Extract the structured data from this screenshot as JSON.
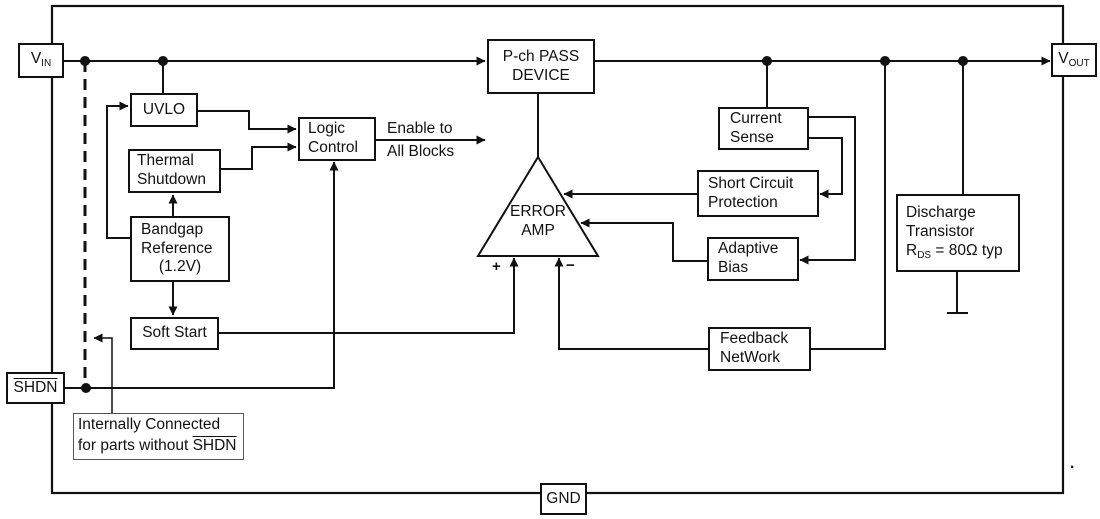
{
  "pins": {
    "vin": {
      "base": "V",
      "sub": "IN"
    },
    "vout": {
      "base": "V",
      "sub": "OUT"
    },
    "shdn": {
      "label": "SHDN"
    },
    "gnd": {
      "label": "GND"
    }
  },
  "blocks": {
    "uvlo": {
      "label": "UVLO"
    },
    "thermal_shutdown": {
      "line1": "Thermal",
      "line2": "Shutdown"
    },
    "bandgap": {
      "line1": "Bandgap",
      "line2": "Reference",
      "line3": "(1.2V)"
    },
    "soft_start": {
      "label": "Soft Start"
    },
    "logic_control": {
      "line1": "Logic",
      "line2": "Control"
    },
    "pass_device": {
      "line1": "P-ch PASS",
      "line2": "DEVICE"
    },
    "error_amp": {
      "line1": "ERROR",
      "line2": "AMP",
      "plus": "+",
      "minus": "−"
    },
    "current_sense": {
      "line1": "Current",
      "line2": "Sense"
    },
    "short_circuit": {
      "line1": "Short Circuit",
      "line2": "Protection"
    },
    "adaptive_bias": {
      "line1": "Adaptive",
      "line2": "Bias"
    },
    "feedback": {
      "line1": "Feedback",
      "line2": "NetWork"
    },
    "discharge": {
      "line1": "Discharge",
      "line2": "Transistor",
      "r_base": "R",
      "r_sub": "DS",
      "r_rest": " = 80Ω typ"
    }
  },
  "annotations": {
    "enable_line1": "Enable to",
    "enable_line2": "All Blocks",
    "note_line1": "Internally Connected",
    "note_line2_prefix": "for parts without ",
    "note_line2_shdn": "SHDN",
    "stray_dot": "."
  },
  "colors": {
    "line": "#111111",
    "background": "#ffffff"
  }
}
